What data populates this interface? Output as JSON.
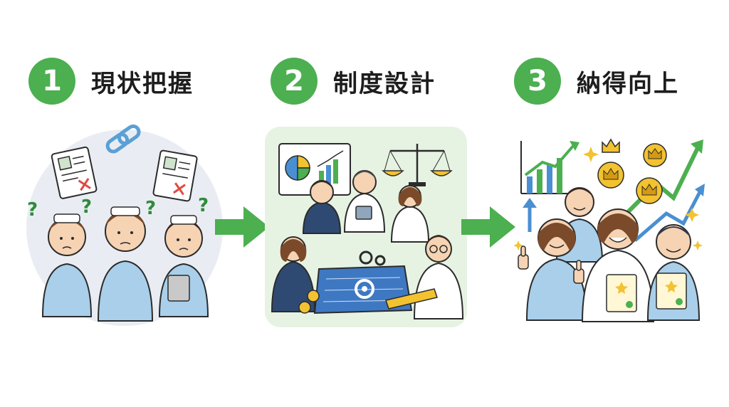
{
  "colors": {
    "accent_green": "#4caf50",
    "arrow_green": "#4caf50",
    "panel_green": "#e6f3e3",
    "bubble_gray": "#e9edf3",
    "scrub_blue": "#a9cfea",
    "ink": "#2b2b2b"
  },
  "steps": [
    {
      "number": "1",
      "title": "現状把握",
      "icons": [
        "question-mark-icon",
        "chain-link-icon",
        "document-icon",
        "red-x-icon",
        "nurse-icon"
      ]
    },
    {
      "number": "2",
      "title": "制度設計",
      "icons": [
        "pie-chart-icon",
        "bar-chart-icon",
        "balance-scale-icon",
        "gear-icon",
        "blueprint-icon",
        "coin-icon",
        "ruler-icon"
      ]
    },
    {
      "number": "3",
      "title": "納得向上",
      "icons": [
        "growth-arrow-icon",
        "crown-coin-icon",
        "thumbs-up-icon",
        "certificate-icon",
        "sparkle-icon",
        "smiling-nurse-icon"
      ]
    }
  ],
  "arrows": [
    "arrow-1-to-2",
    "arrow-2-to-3"
  ]
}
